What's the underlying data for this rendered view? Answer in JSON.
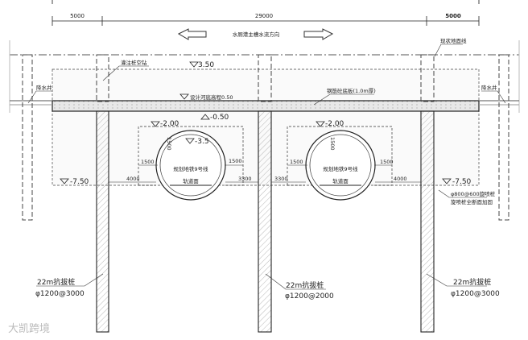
{
  "dimensions": {
    "left": "5000",
    "middle": "29000",
    "right": "5000"
  },
  "flow_direction": "水厕港主槽水流方向",
  "labels": {
    "existing_ground": "现状地面线",
    "bored_pile_empty": "灌注桩空钻",
    "dewatering_well_left": "降水井",
    "dewatering_well_right": "降水井",
    "design_riverbed": "设计河底高程0.50",
    "bottom_slab": "钢筋砼底板(1.0m厚)",
    "tunnel_left": "规划地铁9号线",
    "tunnel_right": "规划地铁9号线",
    "rail_left": "轨道面",
    "rail_right": "轨道面",
    "jet_pile": "φ800@600旋喷桩",
    "jet_pile_note": "旋喷桩全断面加固"
  },
  "elevations": {
    "top": "3.50",
    "slab_bottom": "-0.50",
    "box_top_left": "-2.00",
    "box_top_right": "-2.00",
    "tunnel_top": "-3.5",
    "bottom_left": "-7.50",
    "bottom_right": "-7.50"
  },
  "tunnel_dims": {
    "top_left": "1500",
    "top_right": "1500",
    "side_l1": "1500",
    "side_l2": "1500",
    "side_r1": "1500",
    "side_r2": "1500",
    "gap_left": "4000",
    "gap_ml": "3300",
    "gap_mr": "3300",
    "gap_right": "4000"
  },
  "piles": [
    {
      "name": "22m抗拔桩",
      "spec": "φ1200@3000"
    },
    {
      "name": "22m抗拔桩",
      "spec": "φ1200@2000"
    },
    {
      "name": "22m抗拔桩",
      "spec": "φ1200@3000"
    }
  ],
  "watermark": "大凯跨境"
}
